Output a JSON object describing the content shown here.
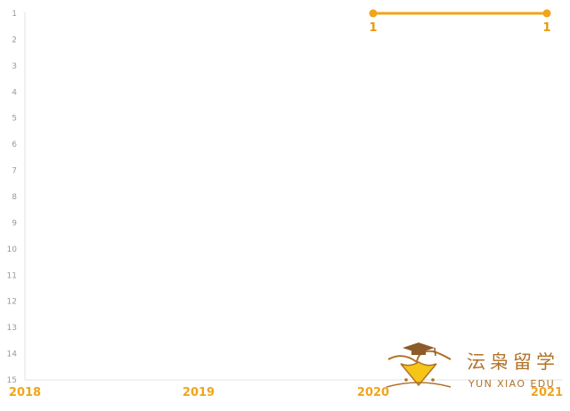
{
  "chart_data": {
    "type": "line",
    "title": "",
    "xlabel": "",
    "ylabel": "",
    "x_ticks": [
      "2018",
      "2019",
      "2020",
      "2021"
    ],
    "y_ticks": [
      "1",
      "2",
      "3",
      "4",
      "5",
      "6",
      "7",
      "8",
      "9",
      "10",
      "11",
      "12",
      "13",
      "14",
      "15"
    ],
    "ylim": [
      1,
      15
    ],
    "y_inverted": true,
    "grid": false,
    "series": [
      {
        "x": [
          "2020",
          "2021"
        ],
        "y": [
          1,
          1
        ],
        "labels": [
          "1",
          "1"
        ],
        "color": "#f0a51a"
      }
    ]
  },
  "logo": {
    "name_cn": "沄枭留学",
    "name_en": "YUN XIAO EDU",
    "colors": {
      "brown": "#b0722a",
      "gold": "#f5c518",
      "cap": "#8c5a2b"
    }
  }
}
